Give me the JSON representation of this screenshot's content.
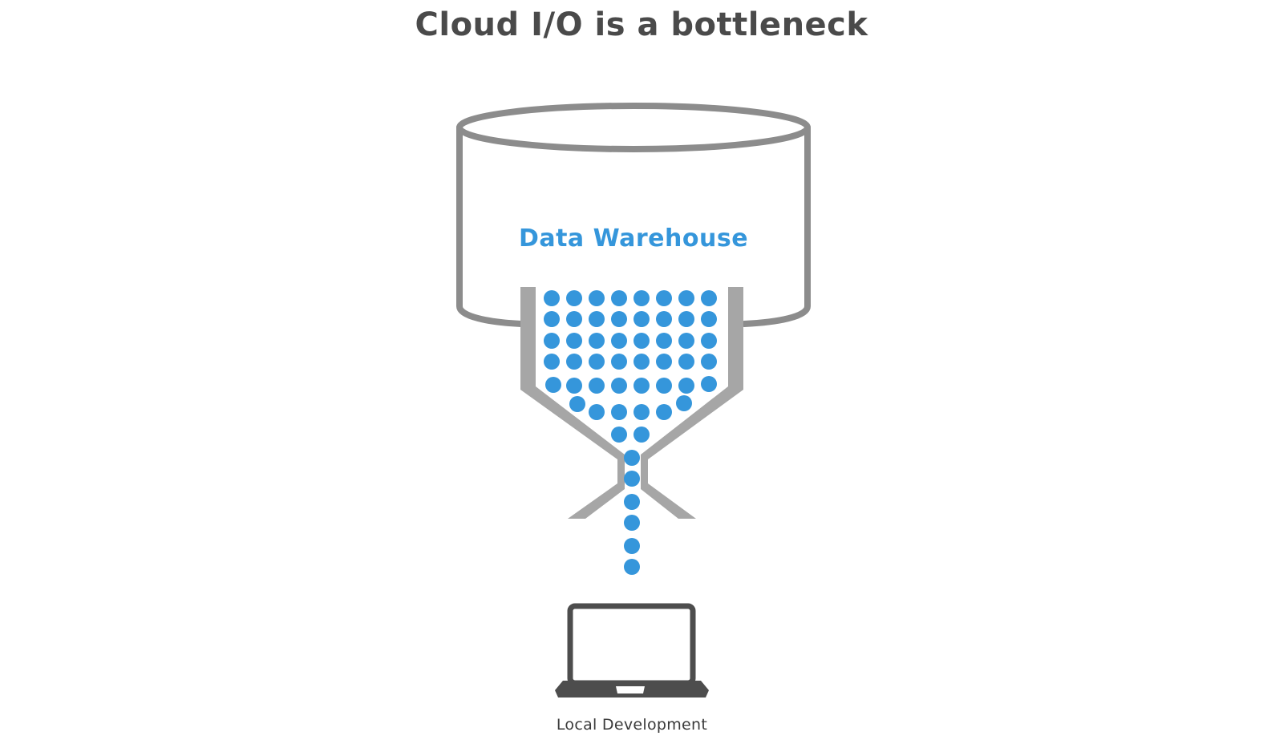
{
  "title": "Cloud I/O is a bottleneck",
  "warehouse": {
    "label": "Data Warehouse"
  },
  "laptop": {
    "label": "Local Development"
  },
  "colors": {
    "title": "#4a4a4a",
    "warehouse_outline": "#8c8c8c",
    "funnel": "#a6a6a6",
    "data_point": "#3596db",
    "warehouse_label": "#3596db",
    "laptop": "#4d4d4d"
  },
  "icons": [
    "database-cylinder-icon",
    "funnel-icon",
    "data-point-icon",
    "laptop-icon"
  ]
}
